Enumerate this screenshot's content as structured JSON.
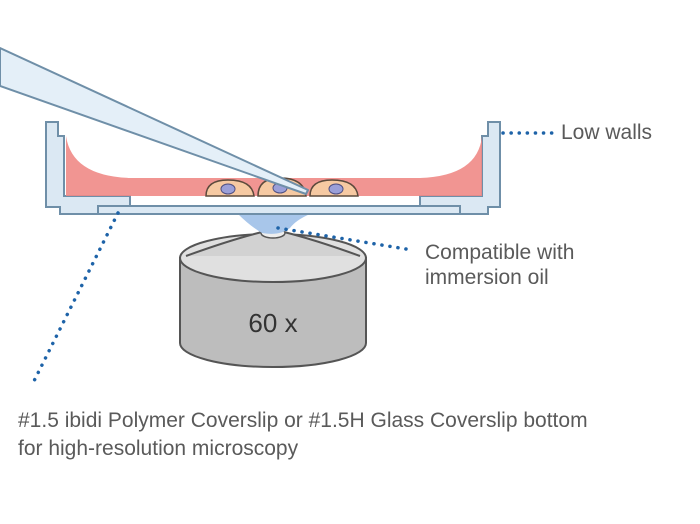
{
  "labels": {
    "low_walls": "Low walls",
    "compatible_line1": "Compatible with",
    "compatible_line2": "immersion oil",
    "coverslip_line1": "#1.5 ibidi Polymer Coverslip or #1.5H Glass Coverslip bottom",
    "coverslip_line2": "for high-resolution microscopy",
    "objective": "60 x"
  },
  "colors": {
    "dish_fill": "#dbe8f3",
    "dish_stroke": "#6f8fa8",
    "medium": "#ef8a86",
    "cell": "#f6c9a2",
    "nucleus": "#9b9fd8",
    "objective_fill": "#bdbdbd",
    "objective_stroke": "#555555",
    "immersion_oil": "#a8c6ea",
    "pipette": "#e4eff8",
    "callout_dots": "#1e63a8"
  }
}
